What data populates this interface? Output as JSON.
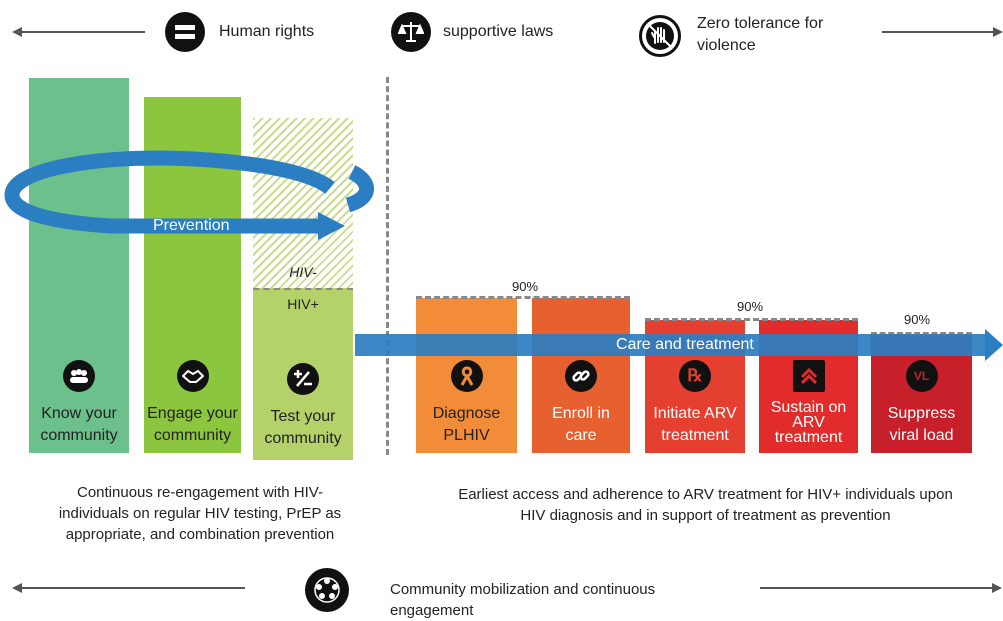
{
  "top_principles": {
    "human_rights": "Human rights",
    "supportive_laws": "supportive laws",
    "zero_tolerance": "Zero tolerance for violence"
  },
  "prevention_label": "Prevention",
  "care_label": "Care and treatment",
  "hiv_neg": "HIV-",
  "hiv_pos": "HIV+",
  "prevention_steps": [
    {
      "label1": "Know your",
      "label2": "community",
      "icon": "community-icon",
      "color": "#6cc08c"
    },
    {
      "label1": "Engage your",
      "label2": "community",
      "icon": "handshake-icon",
      "color": "#8cc63e"
    },
    {
      "label1": "Test your",
      "label2": "community",
      "icon": "plus-minus-icon",
      "color": "#b5d16a"
    }
  ],
  "care_steps": [
    {
      "label1": "Diagnose",
      "label2": "PLHIV",
      "icon": "ribbon-icon",
      "color": "#f28c38"
    },
    {
      "label1": "Enroll in",
      "label2": "care",
      "icon": "link-icon",
      "color": "#e6612f"
    },
    {
      "label1": "Initiate ARV",
      "label2": "treatment",
      "icon": "rx-icon",
      "color": "#e5402f"
    },
    {
      "label1": "Sustain on",
      "label2": "ARV",
      "label3": "treatment",
      "icon": "chevron-up-icon",
      "color": "#e22b2b"
    },
    {
      "label1": "Suppress",
      "label2": "viral load",
      "icon": "vl-icon",
      "color": "#c8202b"
    }
  ],
  "targets": [
    "90%",
    "90%",
    "90%"
  ],
  "captions": {
    "left": "Continuous re-engagement with HIV-individuals on regular HIV testing, PrEP as appropriate, and combination prevention",
    "left_lines": [
      "Continuous re-engagement with HIV-",
      "individuals on regular HIV testing, PrEP as",
      "appropriate, and combination prevention"
    ],
    "right_lines": [
      "Earliest access and adherence to ARV treatment for HIV+ individuals upon",
      "HIV diagnosis and in support of treatment as prevention"
    ]
  },
  "bottom_label_lines": [
    "Community mobilization and continuous",
    "engagement"
  ],
  "colors": {
    "blue_arrow": "#2b7ec1",
    "dashed": "#888888"
  }
}
